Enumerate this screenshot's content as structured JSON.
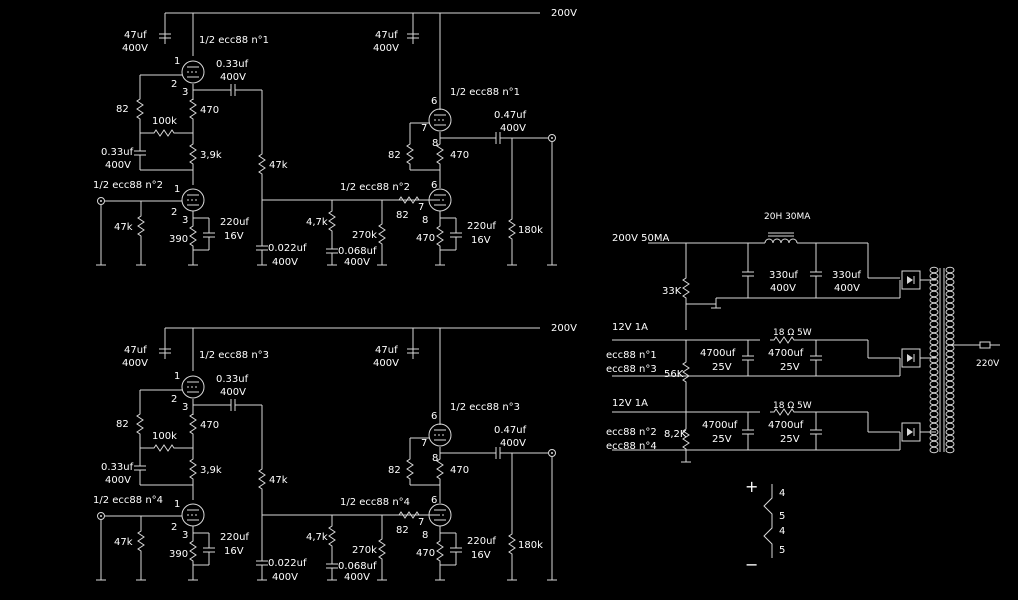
{
  "supply": {
    "hv": "200V"
  },
  "amp": {
    "cap_47": "47uf",
    "cap_400": "400V",
    "cap_033": "0.33uf",
    "cap_047": "0.47uf",
    "cap_0022": "0.022uf",
    "cap_0068": "0.068uf",
    "cap_220": "220uf",
    "cap_16": "16V",
    "r_470": "470",
    "r_82": "82",
    "r_100k": "100k",
    "r_39k": "3,9k",
    "r_47k": "47k",
    "r_390": "390",
    "r_47k2": "4,7k",
    "r_270k": "270k",
    "r_180k": "180k",
    "pin1": "1",
    "pin2": "2",
    "pin3": "3",
    "pin6": "6",
    "pin7": "7",
    "pin8": "8"
  },
  "tubes": {
    "top_a": "1/2 ecc88 n°1",
    "top_b": "1/2 ecc88 n°2",
    "bot_a": "1/2 ecc88 n°3",
    "bot_b": "1/2 ecc88 n°4"
  },
  "psu": {
    "hv_label": "200V 50MA",
    "choke": "20H 30MA",
    "r_33k": "33K",
    "cap_330": "330uf",
    "cap_400": "400V",
    "lv1": "12V 1A",
    "lv2": "12V 1A",
    "res_18": "18 Ω 5W",
    "heater1a": "ecc88 n°1",
    "heater1b": "ecc88 n°3",
    "heater2a": "ecc88 n°2",
    "heater2b": "ecc88 n°4",
    "r_56k": "56K",
    "r_82k": "8,2K",
    "cap_4700": "4700uf",
    "cap_25": "25V",
    "mains": "220V"
  },
  "heater_diagram": {
    "plus": "+",
    "minus": "−",
    "p4a": "4",
    "p5a": "5",
    "p4b": "4",
    "p5b": "5"
  }
}
